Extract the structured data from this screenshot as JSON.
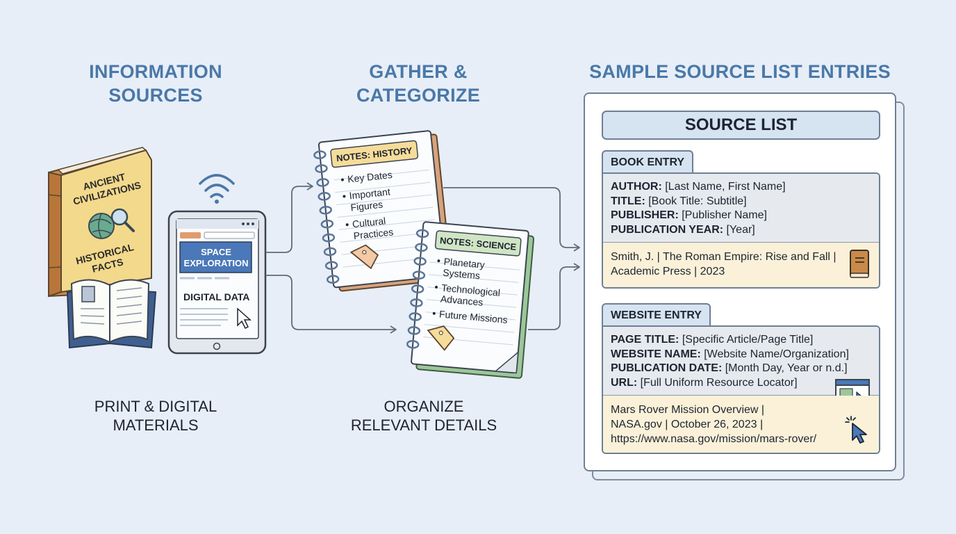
{
  "columns": [
    {
      "heading": [
        "INFORMATION",
        "SOURCES"
      ],
      "caption": [
        "PRINT & DIGITAL",
        "MATERIALS"
      ]
    },
    {
      "heading": [
        "GATHER &",
        "CATEGORIZE"
      ],
      "caption": [
        "ORGANIZE",
        "RELEVANT DETAILS"
      ]
    },
    {
      "heading": [
        "SAMPLE SOURCE LIST ENTRIES"
      ]
    }
  ],
  "book_cover": {
    "title_lines": [
      "ANCIENT",
      "CIVILIZATIONS"
    ],
    "subtitle_lines": [
      "HISTORICAL",
      "FACTS"
    ]
  },
  "tablet": {
    "banner_lines": [
      "SPACE",
      "EXPLORATION"
    ],
    "label": "DIGITAL DATA"
  },
  "notes": [
    {
      "tab": "NOTES: HISTORY",
      "items": [
        [
          "Key Dates"
        ],
        [
          "Important",
          "Figures"
        ],
        [
          "Cultural",
          "Practices"
        ]
      ]
    },
    {
      "tab": "NOTES: SCIENCE",
      "items": [
        [
          "Planetary",
          "Systems"
        ],
        [
          "Technological",
          "Advances"
        ],
        [
          "Future Missions"
        ]
      ]
    }
  ],
  "source_list": {
    "title": "SOURCE LIST",
    "book_entry": {
      "tab": "BOOK ENTRY",
      "fields": [
        {
          "label": "AUTHOR:",
          "value": "[Last Name, First Name]"
        },
        {
          "label": "TITLE:",
          "value": "[Book Title: Subtitle]"
        },
        {
          "label": "PUBLISHER:",
          "value": "[Publisher Name]"
        },
        {
          "label": "PUBLICATION YEAR:",
          "value": "[Year]"
        }
      ],
      "example_lines": [
        "Smith, J. | The Roman Empire: Rise and Fall |",
        "Academic Press | 2023"
      ]
    },
    "website_entry": {
      "tab": "WEBSITE ENTRY",
      "fields": [
        {
          "label": "PAGE TITLE:",
          "value": "[Specific Article/Page Title]"
        },
        {
          "label": "WEBSITE NAME:",
          "value": "[Website Name/Organization]"
        },
        {
          "label": "PUBLICATION DATE:",
          "value": "[Month Day, Year or n.d.]"
        },
        {
          "label": "URL:",
          "value": "[Full Uniform Resource Locator]"
        }
      ],
      "example_lines": [
        "Mars Rover Mission Overview |",
        "NASA.gov | October 26, 2023 |",
        "https://www.nasa.gov/mission/mars-rover/"
      ]
    }
  },
  "colors": {
    "background": "#e7eef7",
    "heading": "#4a78a8",
    "outline": "#6f7f94",
    "history_tab": "#f6dc9a",
    "science_tab": "#cfe5c4",
    "example_fill": "#faf1d8",
    "field_fill": "#e6e9ee",
    "tag": "#f4c9a6"
  }
}
